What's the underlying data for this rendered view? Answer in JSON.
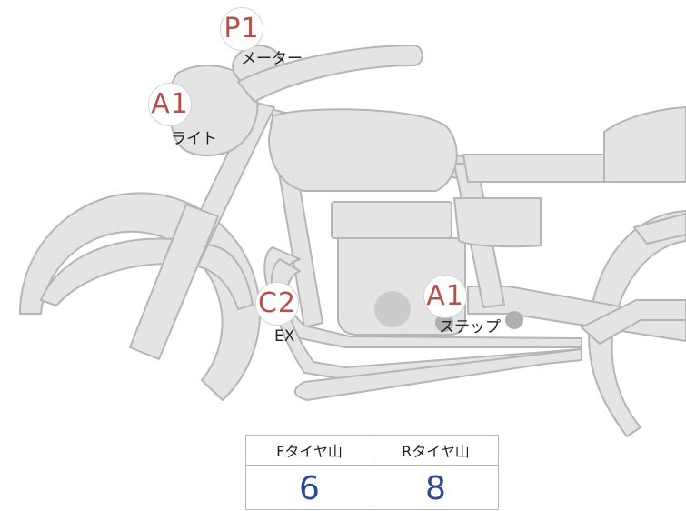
{
  "markers": [
    {
      "id": "meter",
      "code": "P1",
      "label": "メーター"
    },
    {
      "id": "light",
      "code": "A1",
      "label": "ライト"
    },
    {
      "id": "exhaust",
      "code": "C2",
      "label": "EX"
    },
    {
      "id": "step",
      "code": "A1",
      "label": "ステップ"
    }
  ],
  "tire_table": {
    "front_header": "Fタイヤ山",
    "rear_header": "Rタイヤ山",
    "front_value": "6",
    "rear_value": "8"
  },
  "colors": {
    "body_fill": "#e4e4e4",
    "outline": "#b5b5b5",
    "damage_dot": "#cbcbcb",
    "code_text": "#b8504a",
    "value_text": "#2d4a8f"
  }
}
